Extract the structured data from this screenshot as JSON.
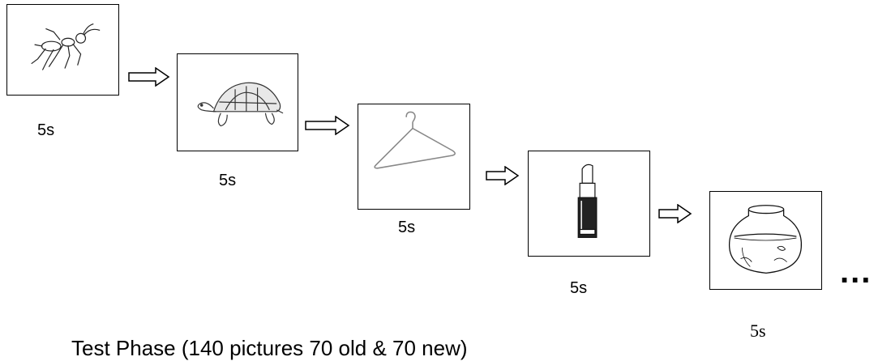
{
  "sequence": [
    {
      "item": "ant",
      "duration": "5s"
    },
    {
      "item": "turtle",
      "duration": "5s"
    },
    {
      "item": "hanger",
      "duration": "5s"
    },
    {
      "item": "lipstick",
      "duration": "5s"
    },
    {
      "item": "fishbowl",
      "duration": "5s"
    }
  ],
  "continuation": "...",
  "caption": "Test Phase (140 pictures 70 old & 70 new)"
}
